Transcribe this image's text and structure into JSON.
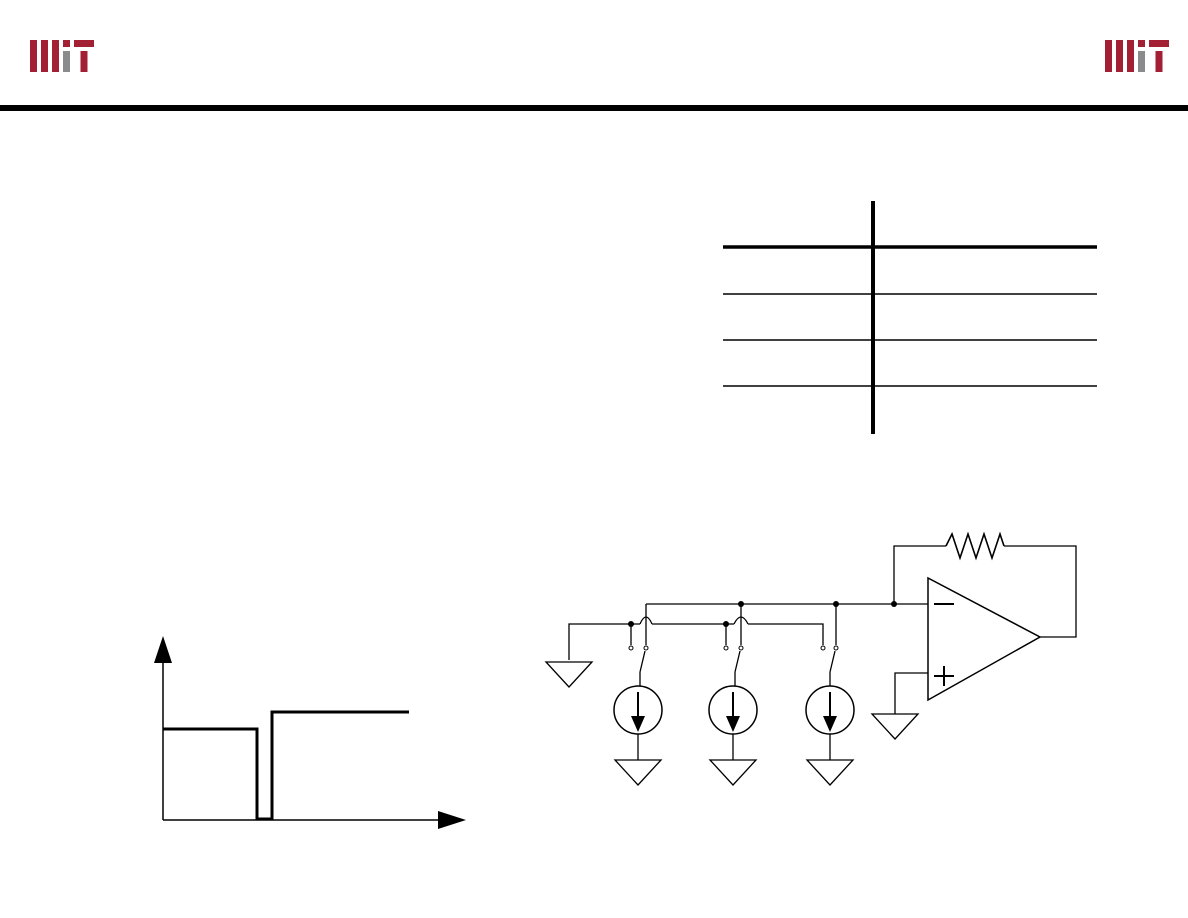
{
  "slide": {
    "logo_icon": "mit-logo-icon",
    "accent_color": "#a31f34",
    "rule_color": "#000000"
  },
  "table": {
    "columns": 2,
    "rows": 4,
    "cells": []
  },
  "glitch_plot": {
    "x_axis_label": "",
    "y_axis_label": "",
    "waveform": "high-dip-higher"
  },
  "circuit": {
    "components": [
      "resistor",
      "op-amp",
      "current-source",
      "current-source",
      "current-source",
      "switch",
      "switch",
      "switch",
      "ground",
      "ground",
      "ground",
      "ground",
      "ground"
    ],
    "opamp_inverting_symbol": "−",
    "opamp_noninverting_symbol": "+"
  }
}
